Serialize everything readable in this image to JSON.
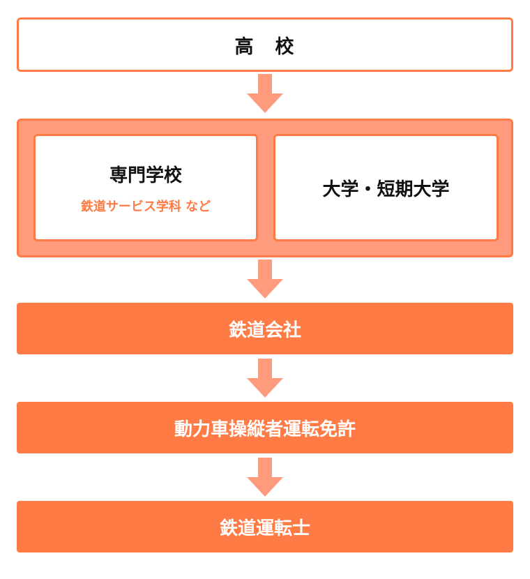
{
  "flow": {
    "high_school": "高　校",
    "vocational_school": "専門学校",
    "vocational_note": "鉄道サービス学科 など",
    "university": "大学・短期大学",
    "railway_company": "鉄道会社",
    "license": "動力車操縦者運転免許",
    "driver": "鉄道運転士"
  },
  "colors": {
    "accent": "#ff7b45",
    "group_fill": "#ff9b7d",
    "arrow": "#ff9b7d",
    "text_dark": "#111111",
    "text_light": "#ffffff"
  },
  "icons": {
    "arrow": "arrow-down-icon"
  }
}
